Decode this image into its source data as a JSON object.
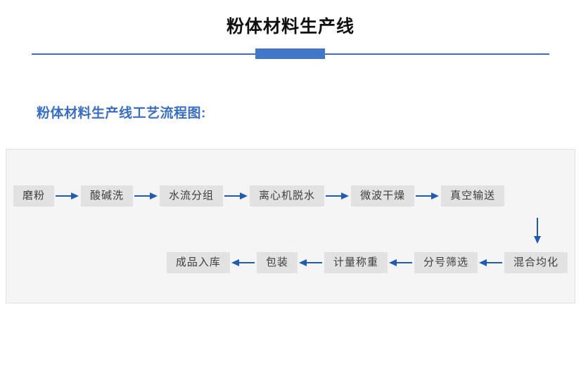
{
  "header": {
    "title": "粉体材料生产线"
  },
  "section": {
    "heading": "粉体材料生产线工艺流程图:"
  },
  "flow": {
    "row1": [
      {
        "label": "磨粉"
      },
      {
        "label": "酸碱洗"
      },
      {
        "label": "水流分组"
      },
      {
        "label": "离心机脱水"
      },
      {
        "label": "微波干燥"
      },
      {
        "label": "真空输送"
      }
    ],
    "row2": [
      {
        "label": "成品入库"
      },
      {
        "label": "包装"
      },
      {
        "label": "计量称重"
      },
      {
        "label": "分号筛选"
      },
      {
        "label": "混合均化"
      }
    ],
    "connector_right": "arrow-right-icon",
    "connector_left": "arrow-left-icon",
    "connector_down": "arrow-down-icon"
  },
  "colors": {
    "accent_blue": "#4277c8",
    "line_blue": "#3c6fc0",
    "heading_blue": "#3a6ec2",
    "box_gray": "#e2e2e2",
    "panel_gray": "#f5f5f5",
    "arrow_blue": "#1f5bb0",
    "title_black": "#101010"
  }
}
